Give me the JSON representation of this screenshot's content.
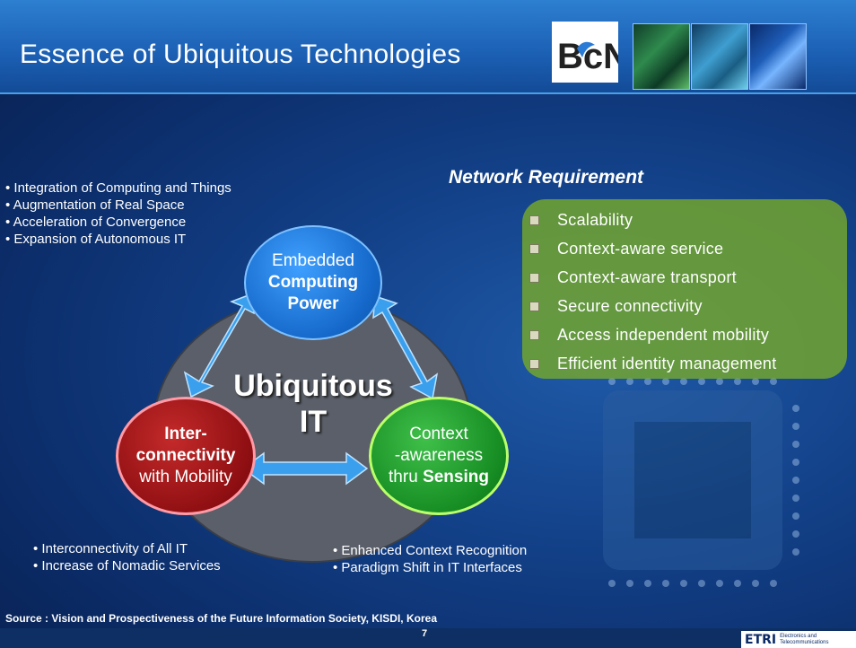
{
  "header": {
    "title": "Essence of Ubiquitous Technologies",
    "logo_text": "BcN"
  },
  "left_bullets": [
    "• Integration of Computing and Things",
    "• Augmentation of Real Space",
    "• Acceleration of Convergence",
    "• Expansion of Autonomous IT"
  ],
  "network": {
    "title": "Network Requirement",
    "items": [
      "Scalability",
      "Context-aware service",
      "Context-aware transport",
      "Secure connectivity",
      "Access independent mobility",
      "Efficient identity management"
    ]
  },
  "diagram": {
    "center_line1": "Ubiquitous",
    "center_line2": "IT",
    "top": {
      "line1": "Embedded",
      "line2": "Computing",
      "line3": "Power"
    },
    "left": {
      "line1": "Inter-",
      "line2": "connectivity",
      "line3": "with Mobility"
    },
    "right": {
      "line1": "Context",
      "line2": "-awareness",
      "line3a": "thru ",
      "line3b": "Sensing"
    }
  },
  "bottom_left_bullets": [
    "• Interconnectivity of All IT",
    "• Increase of Nomadic Services"
  ],
  "bottom_right_bullets": [
    "• Enhanced Context Recognition",
    "• Paradigm Shift in IT Interfaces"
  ],
  "source": "Source : Vision and Prospectiveness of the Future Information Society, KISDI, Korea",
  "footer": {
    "page_number": "7",
    "logo_mark": "ETRI",
    "logo_text": "Electronics and Telecommunications"
  },
  "colors": {
    "header": "#1b5fb3",
    "background": "#123f86",
    "requirement_box": "#78aa28",
    "circle_top": "#1467c8",
    "circle_left": "#8f0f12",
    "circle_right": "#168c22",
    "arrow": "#3aa0ee"
  }
}
